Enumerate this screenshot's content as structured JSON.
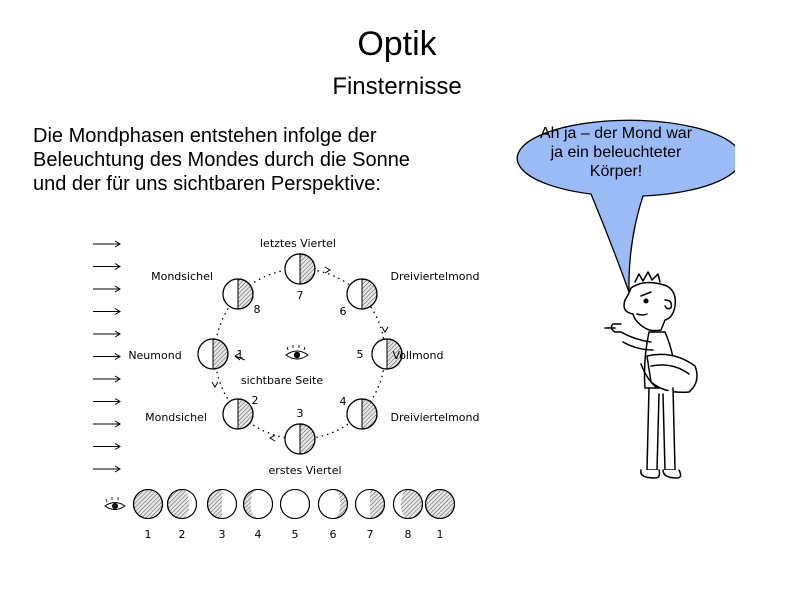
{
  "title": "Optik",
  "subtitle": "Finsternisse",
  "text_lines": [
    "Die Mondphasen entstehen infolge der",
    "Beleuchtung des Mondes durch die Sonne",
    "und der für uns sichtbaren Perspektive:"
  ],
  "bubble_lines": [
    "Ah ja – der Mond war",
    "ja ein beleuchteter",
    "Körper!"
  ],
  "bubble_color": "#9bbbf7",
  "diagram": {
    "labels": {
      "top": "letztes Viertel",
      "upper_left": "Mondsichel",
      "upper_right": "Dreiviertelmond",
      "left": "Neumond",
      "right": "Vollmond",
      "lower_left": "Mondsichel",
      "lower_right": "Dreiviertelmond",
      "bottom": "erstes Viertel",
      "center": "sichtbare Seite"
    },
    "ring_numbers": [
      "7",
      "6",
      "5",
      "4",
      "3",
      "2",
      "1",
      "8"
    ],
    "row_numbers": [
      "1",
      "2",
      "3",
      "4",
      "5",
      "6",
      "7",
      "8",
      "1"
    ],
    "eye_icon": "eye-icon"
  },
  "figure_icon": "cartoon-man-icon"
}
